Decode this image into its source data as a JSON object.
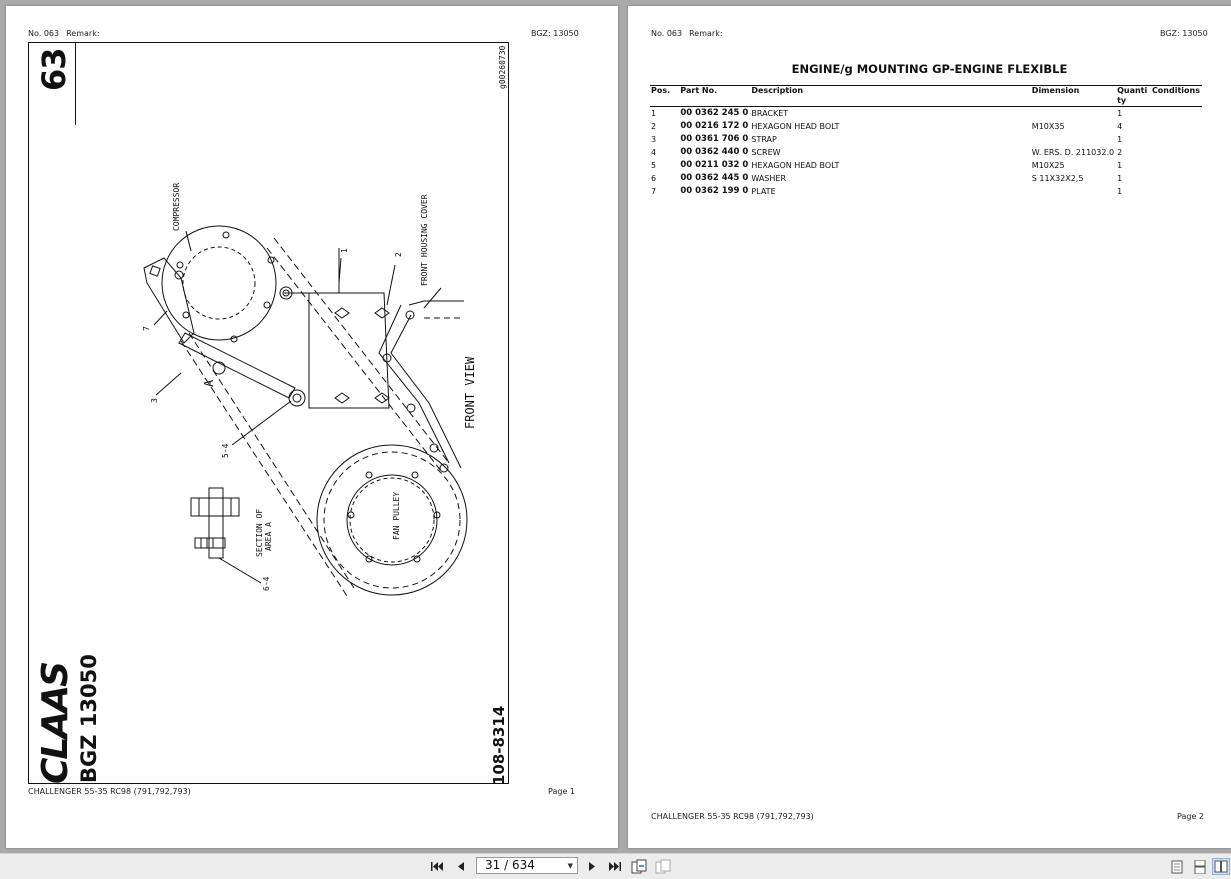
{
  "page1": {
    "header_no": "No. 063",
    "header_remark": "Remark:",
    "header_bgz": "BGZ: 13050",
    "footer_model": "CHALLENGER 55-35 RC98 (791,792,793)",
    "footer_page": "Page 1",
    "drawing": {
      "section_number": "63",
      "drawing_code": "g00260730",
      "logo_text": "CLAAS",
      "bgz_title": "BGZ 13050",
      "part_code": "108-8314",
      "labels": {
        "compressor": "COMPRESSOR",
        "front_housing_cover": "FRONT HOUSING COVER",
        "front_view": "FRONT VIEW",
        "fan_pulley": "FAN PULLEY",
        "section_line1": "SECTION OF",
        "section_line2": "AREA A",
        "callout_1": "1",
        "callout_2": "2",
        "callout_3": "3",
        "callout_7": "7",
        "callout_a": "A",
        "callout_5_4": "5-4",
        "callout_6_4": "6-4"
      }
    }
  },
  "page2": {
    "header_no": "No. 063",
    "header_remark": "Remark:",
    "header_bgz": "BGZ: 13050",
    "title": "ENGINE/g MOUNTING GP-ENGINE FLEXIBLE",
    "columns": {
      "pos": "Pos.",
      "part_no": "Part No.",
      "description": "Description",
      "dimension": "Dimension",
      "quantity_line1": "Quanti",
      "quantity_line2": "ty",
      "conditions": "Conditions"
    },
    "rows": [
      {
        "pos": "1",
        "part_no": "00 0362 245 0",
        "description": "BRACKET",
        "dimension": "",
        "quantity": "1",
        "conditions": ""
      },
      {
        "pos": "2",
        "part_no": "00 0216 172 0",
        "description": "HEXAGON HEAD BOLT",
        "dimension": "M10X35",
        "quantity": "4",
        "conditions": ""
      },
      {
        "pos": "3",
        "part_no": "00 0361 706 0",
        "description": "STRAP",
        "dimension": "",
        "quantity": "1",
        "conditions": ""
      },
      {
        "pos": "4",
        "part_no": "00 0362 440 0",
        "description": "SCREW",
        "dimension": "W. ERS. D. 211032.0",
        "quantity": "2",
        "conditions": ""
      },
      {
        "pos": "5",
        "part_no": "00 0211 032 0",
        "description": "HEXAGON HEAD BOLT",
        "dimension": "M10X25",
        "quantity": "1",
        "conditions": ""
      },
      {
        "pos": "6",
        "part_no": "00 0362 445 0",
        "description": "WASHER",
        "dimension": "S 11X32X2,5",
        "quantity": "1",
        "conditions": ""
      },
      {
        "pos": "7",
        "part_no": "00 0362 199 0",
        "description": "PLATE",
        "dimension": "",
        "quantity": "1",
        "conditions": ""
      }
    ],
    "footer_model": "CHALLENGER 55-35 RC98 (791,792,793)",
    "footer_page": "Page 2"
  },
  "toolbar": {
    "page_indicator": "31 / 634",
    "icons": [
      "first-page-icon",
      "previous-page-icon",
      "next-page-icon",
      "last-page-icon",
      "extract-pages-icon",
      "insert-pages-icon",
      "single-page-view-icon",
      "continuous-view-icon",
      "facing-pages-view-icon"
    ]
  }
}
